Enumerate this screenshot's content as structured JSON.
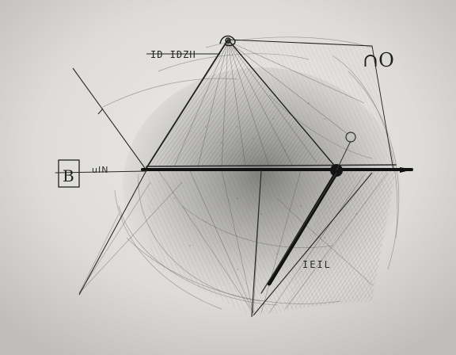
{
  "image": {
    "kind": "photograph",
    "subject": "pencil-sketch",
    "colors": {
      "paper_light": "#e9e8e4",
      "paper_mid": "#dddcd8",
      "paper_shadow": "#bdbbb7",
      "graphite_dark": "#1c1c1c",
      "graphite_mid": "#4a4a4a",
      "graphite_light": "#8a8a8a"
    }
  },
  "scribbles": {
    "top_left": "ID IDZH",
    "top_right": "∩O",
    "left_box": "B",
    "left_text": "uIN",
    "bottom_center": "IEIL"
  }
}
